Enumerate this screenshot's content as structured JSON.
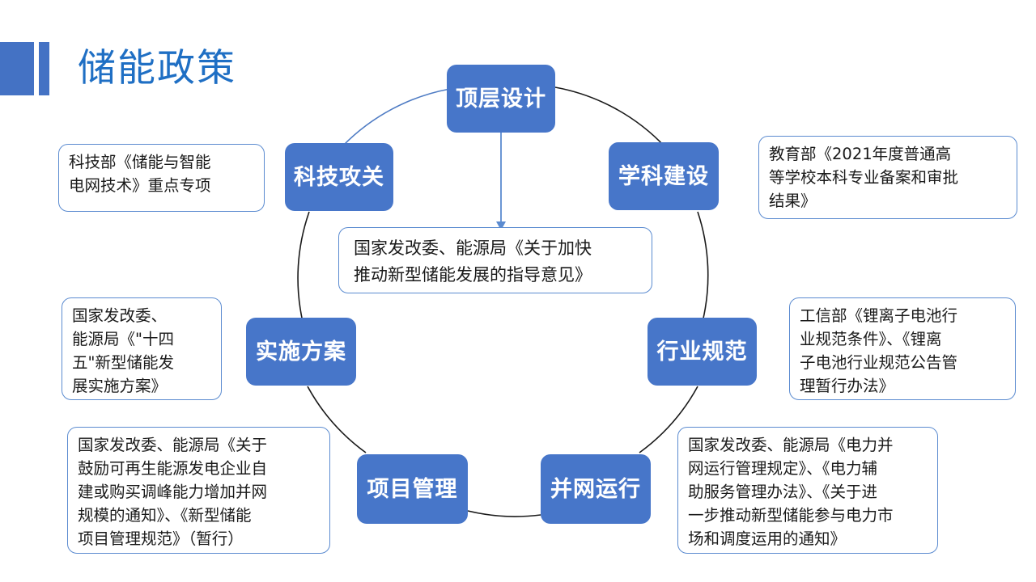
{
  "page": {
    "title": "储能政策",
    "title_color": "#1F6FC4",
    "accent_color": "#4472C4",
    "node_color": "#4776C9",
    "callout_border_color": "#5B8BD0",
    "background": "#ffffff"
  },
  "diagram": {
    "type": "cycle",
    "center_note": "国家发改委、能源局《关于加快\n推动新型储能发展的指导意见》",
    "nodes": [
      {
        "id": "top-level-design",
        "label": "顶层设计"
      },
      {
        "id": "discipline-building",
        "label": "学科建设"
      },
      {
        "id": "industry-standards",
        "label": "行业规范"
      },
      {
        "id": "grid-connection",
        "label": "并网运行"
      },
      {
        "id": "project-management",
        "label": "项目管理"
      },
      {
        "id": "implementation-plan",
        "label": "实施方案"
      },
      {
        "id": "tech-research",
        "label": "科技攻关"
      }
    ],
    "callouts": [
      {
        "id": "tech-research-note",
        "for": "科技攻关",
        "text": "科技部《储能与智能\n电网技术》重点专项"
      },
      {
        "id": "discipline-building-note",
        "for": "学科建设",
        "text": "教育部《2021年度普通高\n等学校本科专业备案和审批\n结果》"
      },
      {
        "id": "implementation-plan-note",
        "for": "实施方案",
        "text": "国家发改委、\n能源局《\"十四\n五\"新型储能发\n展实施方案》"
      },
      {
        "id": "industry-standards-note",
        "for": "行业规范",
        "text": "工信部《锂离子电池行\n业规范条件》、《锂离\n子电池行业规范公告管\n理暂行办法》"
      },
      {
        "id": "project-management-note",
        "for": "项目管理",
        "text": "国家发改委、能源局《关于\n鼓励可再生能源发电企业自\n建或购买调峰能力增加并网\n规模的通知》、《新型储能\n项目管理规范》（暂行）"
      },
      {
        "id": "grid-connection-note",
        "for": "并网运行",
        "text": "国家发改委、能源局《电力并\n网运行管理规定》、《电力辅\n助服务管理办法》、《关于进\n一步推动新型储能参与电力市\n场和调度运用的通知》"
      }
    ]
  }
}
